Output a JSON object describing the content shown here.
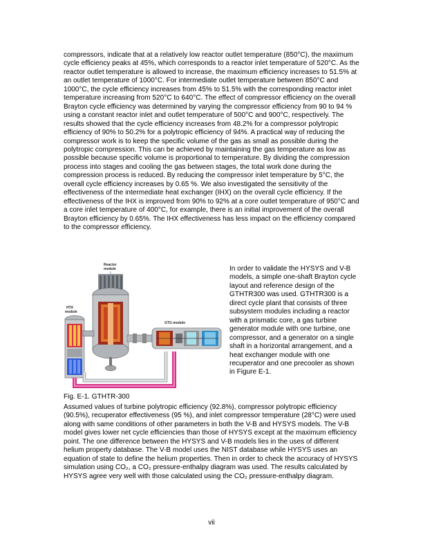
{
  "body": {
    "paragraph_1": "compressors, indicate that at a relatively low reactor outlet temperature (850°C), the maximum cycle efficiency peaks at 45%, which corresponds to a reactor inlet temperature of 520°C.  As the reactor outlet temperature is allowed to increase, the maximum efficiency increases to 51.5% at an outlet temperature of 1000°C.  For intermediate outlet temperature between 850°C and 1000°C, the cycle efficiency increases from 45% to 51.5% with the corresponding reactor inlet temperature increasing from 520°C to 640°C.  The effect of compressor efficiency on the overall Brayton cycle efficiency was determined by varying the compressor efficiency from 90 to 94 % using a constant reactor inlet and outlet temperature of 500°C and 900°C, respectively.   The results showed that the cycle efficiency increases from 48.2% for a compressor polytropic efficiency of 90% to 50.2% for a polytropic efficiency of 94%.   A practical way of reducing the compressor work is to keep the specific volume of the gas as small as possible during the polytropic compression. This can be achieved by maintaining the gas temperature as low as possible because specific volume is proportional to temperature. By dividing the compression process into stages and cooling the gas between stages, the total work done during the compression process is reduced. By reducing the compressor inlet temperature by 5°C, the overall cycle efficiency increases by 0.65 %.  We also investigated the sensitivity of the effectiveness of the intermediate heat exchanger (IHX) on the overall cycle efficiency. If the effectiveness of the IHX is improved from 90% to 92% at a core outlet temperature of 950°C and a core inlet temperature of 400°C, for example, there is an initial improvement of the overall Brayton efficiency by 0.65%. The IHX effectiveness has less impact on the efficiency compared to the compressor efficiency.",
    "paragraph_2": "In order to validate the HYSYS and V-B models, a simple one-shaft Brayton cycle layout and reference design of the GTHTR300 was used. GTHTR300 is a direct cycle plant that consists of three subsystem modules including a reactor with a prismatic core, a gas turbine generator module with one turbine, one compressor, and a generator on a single shaft in a horizontal arrangement, and a heat exchanger module with one recuperator and one precooler as shown in Figure E-1.",
    "paragraph_3": "Assumed values of turbine polytropic efficiency (92.8%), compressor polytropic efficiency (90.5%), recuperator effectiveness (95 %), and inlet compressor temperature (28°C) were used along with same conditions of other parameters in both the V-B and HYSYS models. The V-B model gives lower net cycle efficiencies than those of HYSYS except at the maximum efficiency point. The one difference between the HYSYS and V-B models lies in the uses of different helium property database. The V-B model uses the NIST database while HYSYS uses an equation of state to define the helium properties. Then in order to check the accuracy of HYSYS simulation using CO₂, a CO₂ pressure-enthalpy diagram was used.  The results calculated by HYSYS agree very well with those calculated using the CO₂ pressure-enthalpy diagram."
  },
  "figure": {
    "caption": "Fig. E-1. GTHTR-300",
    "labels": {
      "reactor_line1": "Reactor",
      "reactor_line2": "module",
      "htx_line1": "HTX",
      "htx_line2": "module",
      "gtg": "GTG module"
    }
  },
  "page_number": "vii"
}
